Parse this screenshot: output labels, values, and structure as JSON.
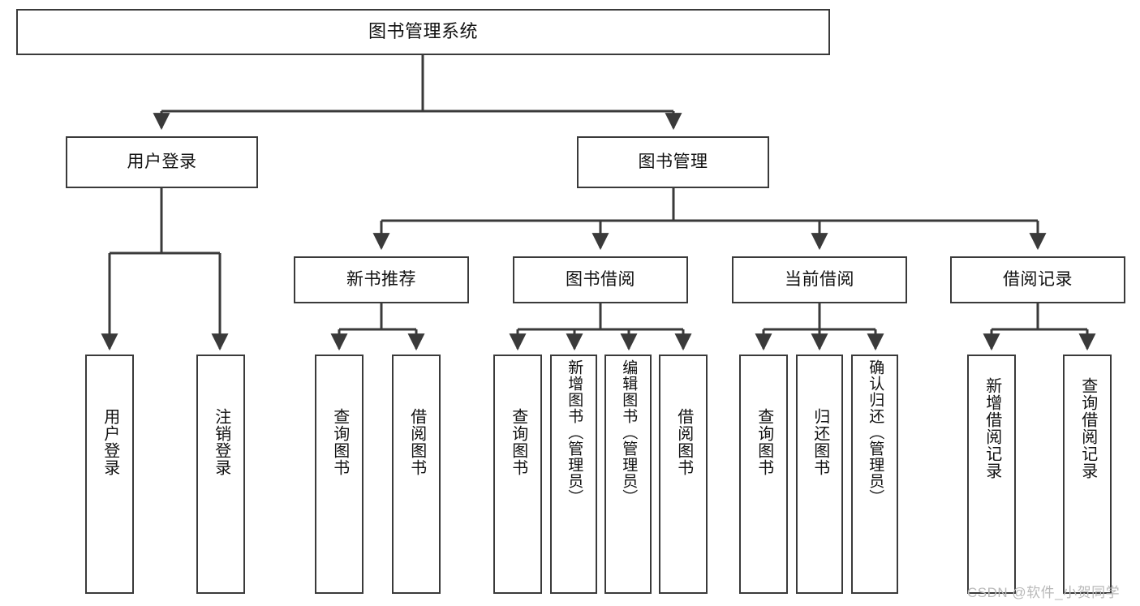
{
  "diagram": {
    "title": "图书管理系统",
    "type": "tree",
    "line_color": "#3a3a3a",
    "box_fill": "#ffffff",
    "text_color": "#111111"
  },
  "root": {
    "label": "图书管理系统"
  },
  "level2": [
    {
      "label": "用户登录"
    },
    {
      "label": "图书管理"
    }
  ],
  "level3": [
    {
      "label": "新书推荐"
    },
    {
      "label": "图书借阅"
    },
    {
      "label": "当前借阅"
    },
    {
      "label": "借阅记录"
    }
  ],
  "leaves": {
    "user_login": [
      {
        "label": "用户登录"
      },
      {
        "label": "注销登录"
      }
    ],
    "new_book": [
      {
        "label": "查询图书"
      },
      {
        "label": "借阅图书"
      }
    ],
    "book_borrow": [
      {
        "label": "查询图书"
      },
      {
        "label": "新增图书（管理员）"
      },
      {
        "label": "编辑图书（管理员）"
      },
      {
        "label": "借阅图书"
      }
    ],
    "current_borrow": [
      {
        "label": "查询图书"
      },
      {
        "label": "归还图书"
      },
      {
        "label": "确认归还（管理员）"
      }
    ],
    "borrow_record": [
      {
        "label": "新增借阅记录"
      },
      {
        "label": "查询借阅记录"
      }
    ]
  },
  "watermark": {
    "text": "CSDN @软件_小贺同学",
    "color": "#b9b9b9"
  }
}
